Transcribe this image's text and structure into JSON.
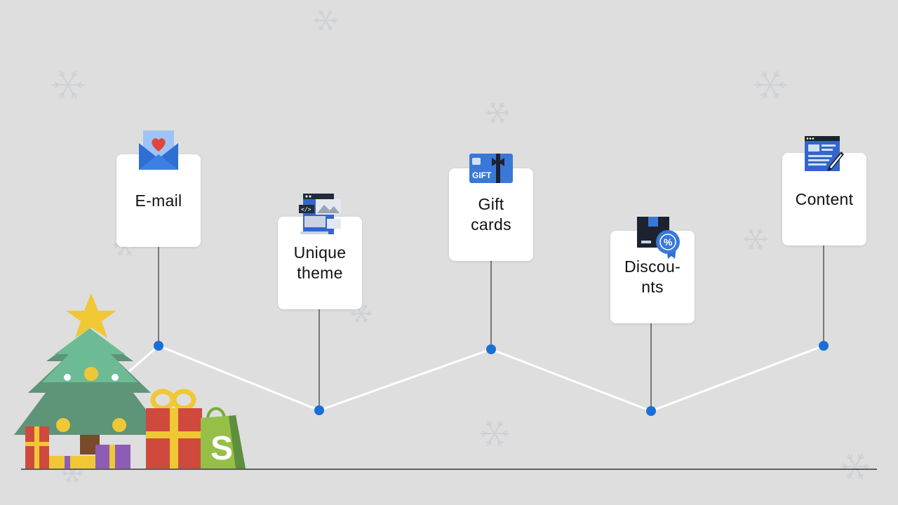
{
  "colors": {
    "background": "#dedede",
    "card": "#ffffff",
    "connector": "#ffffff",
    "node": "#1a6fd6",
    "stem": "#111111",
    "baseline": "#111111",
    "snowflake": "#cdd1d6"
  },
  "steps": [
    {
      "label": "E-mail",
      "icon": "email-heart-icon"
    },
    {
      "label": "Unique\ntheme",
      "icon": "website-theme-icon"
    },
    {
      "label": "Gift\ncards",
      "icon": "gift-card-icon"
    },
    {
      "label": "Discou-\nnts",
      "icon": "discount-box-icon"
    },
    {
      "label": "Content",
      "icon": "content-edit-icon"
    }
  ],
  "icons": {
    "gift_card_text": "GIFT",
    "decorations": [
      "christmas-tree-icon",
      "gift-box-icon",
      "shopify-bag-icon",
      "snowflake-icon"
    ]
  }
}
